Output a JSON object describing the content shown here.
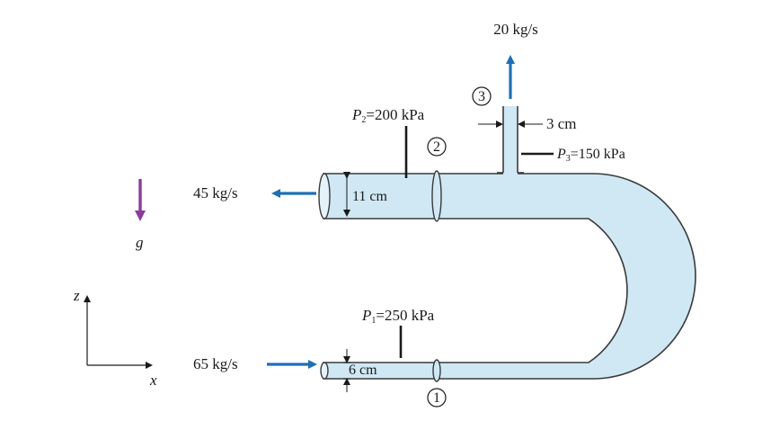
{
  "flows": {
    "outlet3": "20 kg/s",
    "outlet2": "45 kg/s",
    "inlet1": "65 kg/s"
  },
  "pressures": {
    "p2": {
      "symbol": "P",
      "sub": "2",
      "value": "=200 kPa"
    },
    "p3": {
      "symbol": "P",
      "sub": "3",
      "value": "=150 kPa"
    },
    "p1": {
      "symbol": "P",
      "sub": "1",
      "value": "=250 kPa"
    }
  },
  "dimensions": {
    "d3": "3 cm",
    "d2": "11 cm",
    "d1": "6 cm"
  },
  "stations": {
    "s1": "1",
    "s2": "2",
    "s3": "3"
  },
  "gravity": "g",
  "axes": {
    "z": "z",
    "x": "x"
  },
  "colors": {
    "pipe_fill": "#cfe8f4",
    "pipe_stroke": "#3a3a3a",
    "flow_arrow": "#1f6fb5",
    "gravity_arrow": "#8a3c9c"
  }
}
